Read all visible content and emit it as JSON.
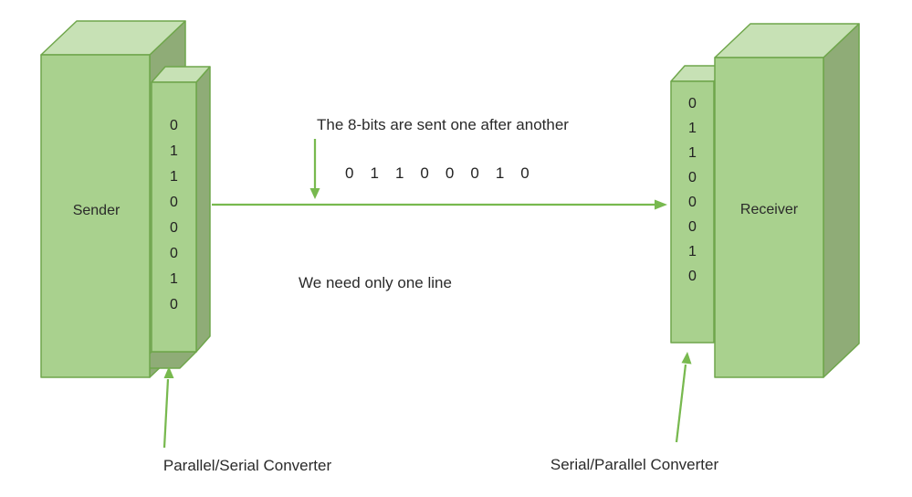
{
  "title": "Serial transmission diagram",
  "colors": {
    "face_front": "#a9d18e",
    "face_top": "#c7e1b5",
    "face_side": "#8fac77",
    "outline": "#6fa64b",
    "arrow": "#78b94f",
    "text": "#2a2a2a"
  },
  "sender": {
    "label": "Sender",
    "bits": [
      "0",
      "1",
      "1",
      "0",
      "0",
      "0",
      "1",
      "0"
    ]
  },
  "receiver": {
    "label": "Receiver",
    "bits": [
      "0",
      "1",
      "1",
      "0",
      "0",
      "0",
      "1",
      "0"
    ]
  },
  "annotations": {
    "serial_note": "The 8-bits are sent one after another",
    "serial_bits": [
      "0",
      "1",
      "1",
      "0",
      "0",
      "0",
      "1",
      "0"
    ],
    "line_note": "We need only one line",
    "left_converter": "Parallel/Serial Converter",
    "right_converter": "Serial/Parallel Converter"
  }
}
